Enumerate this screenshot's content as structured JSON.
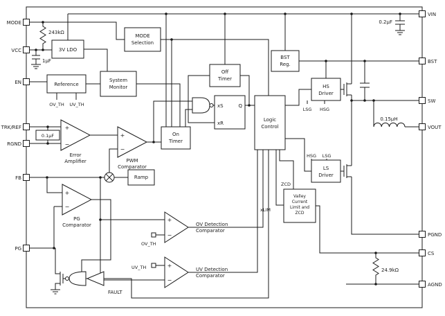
{
  "pins": {
    "left": [
      "MODE",
      "VCC",
      "EN",
      "TRK/REF",
      "RGND",
      "FB",
      "PG"
    ],
    "right": [
      "VIN",
      "BST",
      "SW",
      "VOUT",
      "PGND",
      "CS",
      "AGND"
    ]
  },
  "blocks": {
    "ldo": "3V LDO",
    "mode_sel": [
      "MODE",
      "Selection"
    ],
    "reference": "Reference",
    "sys_mon": [
      "System",
      "Monitor"
    ],
    "off_timer": [
      "Off",
      "Timer"
    ],
    "on_timer": [
      "On",
      "Timer"
    ],
    "logic": [
      "Logic",
      "Control"
    ],
    "bst_reg": [
      "BST",
      "Reg."
    ],
    "hs_driver": [
      "HS",
      "Driver"
    ],
    "ls_driver": [
      "LS",
      "Driver"
    ],
    "valley": [
      "Valley",
      "Current",
      "Limit and",
      "ZCD"
    ],
    "ramp": "Ramp"
  },
  "comparators": {
    "error": [
      "Error",
      "Amplifier"
    ],
    "pwm": [
      "PWM",
      "Comparator"
    ],
    "pg": [
      "PG",
      "Comparator"
    ],
    "ov": [
      "OV Detection",
      "Comparator"
    ],
    "uv": [
      "UV Detection",
      "Comparator"
    ],
    "plus": "+",
    "minus": "−"
  },
  "components": {
    "r_mode": "243kΩ",
    "c_vcc": "1µF",
    "c_vin": "0.2µF",
    "c_trk": "0.1µF",
    "r_cs": "24.9kΩ",
    "l_out": "0.15µH"
  },
  "signals": {
    "ov_th": "OV_TH",
    "uv_th": "UV_TH",
    "lsg": "LSG",
    "hsg": "HSG",
    "zcd": "ZCD",
    "xlim": "xLIM",
    "fault": "FAULT",
    "latch": [
      "xS",
      "Q",
      "xR"
    ]
  },
  "colors": {
    "wire": "#1a1a1a",
    "background": "#ffffff"
  }
}
